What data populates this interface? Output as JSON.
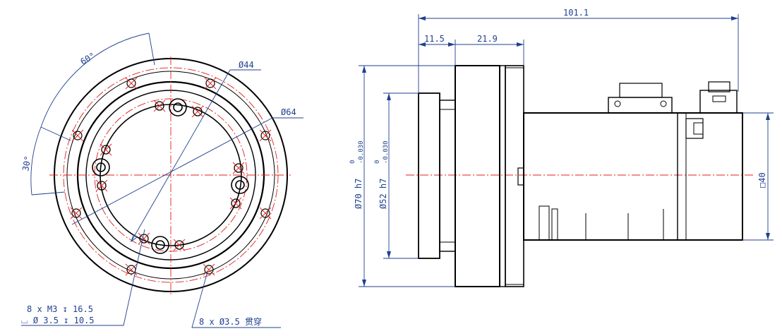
{
  "front_view": {
    "angle_60": "60°",
    "angle_30": "30°",
    "dia_44": "Ø44",
    "dia_64": "Ø64",
    "note_threads_line1": "8 x M3 ↧ 16.5",
    "note_threads_line2": "⌴ Ø 3.5 ↧ 10.5",
    "note_holes": "8 x Ø3.5 贯穿"
  },
  "side_view": {
    "overall_length": "101.1",
    "dim_11_5": "11.5",
    "dim_21_9": "21.9",
    "dia_70": "Ø70 h7",
    "dia_70_tol_upper": "0",
    "dia_70_tol_lower": "-0.030",
    "dia_52": "Ø52 h7",
    "dia_52_tol_upper": "0",
    "dia_52_tol_lower": "-0.030",
    "square_40": "□40"
  },
  "colors": {
    "outline": "#000000",
    "dimension": "#1f3f8f",
    "centerline": "#e0201c"
  }
}
